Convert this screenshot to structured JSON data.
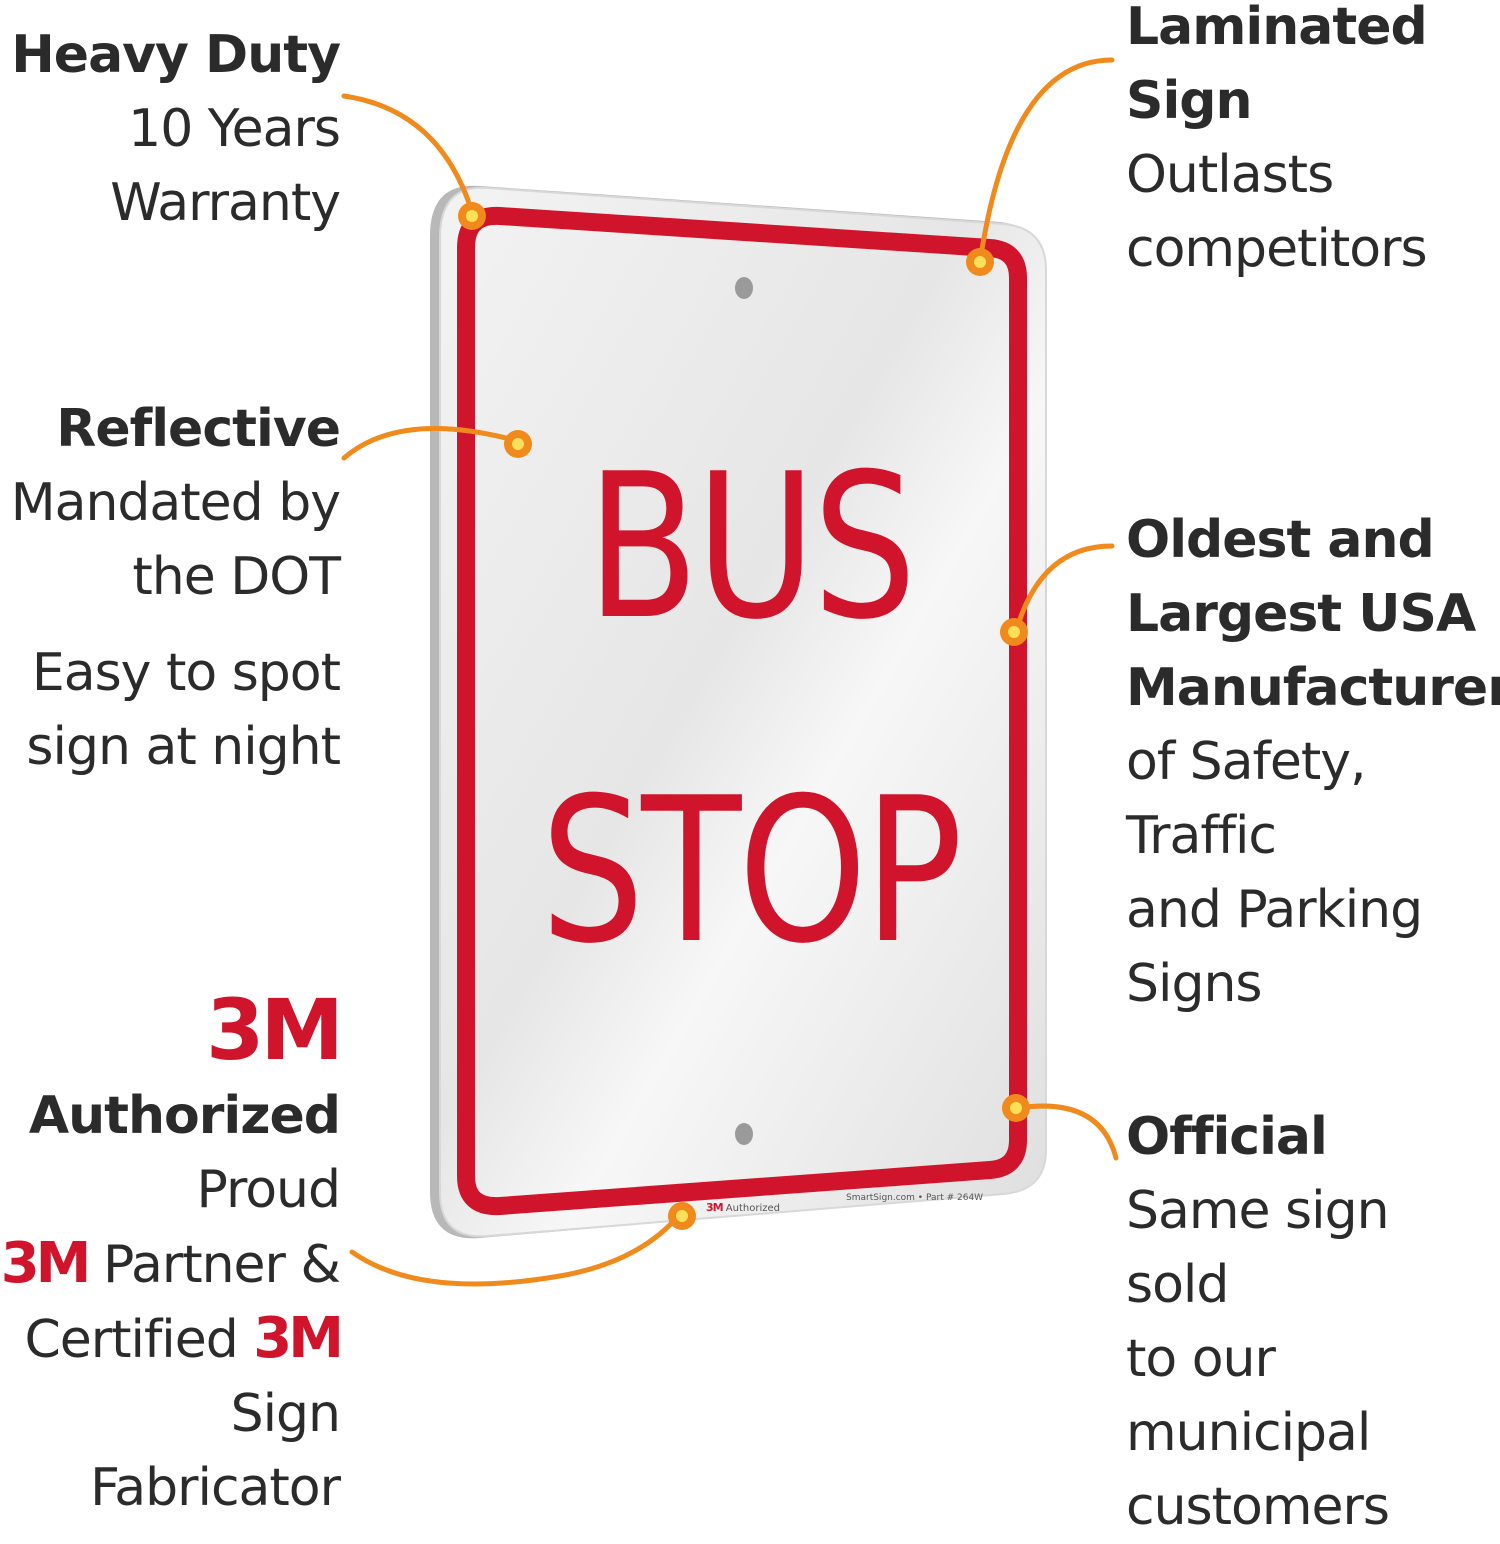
{
  "callouts": {
    "heavy_duty": {
      "title": "Heavy Duty",
      "line1": "10 Years",
      "line2": "Warranty"
    },
    "reflective": {
      "title": "Reflective",
      "line1": "Mandated by",
      "line2": "the DOT",
      "line3": "Easy to spot",
      "line4": "sign at night"
    },
    "authorized": {
      "logo": "3M",
      "title": "Authorized",
      "line1": "Proud",
      "line2_logo": "3M",
      "line2": "Partner &",
      "line3": "Certified",
      "line3_logo": "3M",
      "line4": "Sign Fabricator"
    },
    "laminated": {
      "title1": "Laminated",
      "title2": "Sign",
      "line1": "Outlasts",
      "line2": "competitors"
    },
    "oldest": {
      "title1": "Oldest and",
      "title2": "Largest USA",
      "title3": "Manufacturer",
      "line1": "of Safety, Traffic",
      "line2": "and Parking",
      "line3": "Signs"
    },
    "official": {
      "title": "Official",
      "line1": "Same sign sold",
      "line2": "to our municipal",
      "line3": "customers"
    }
  },
  "sign": {
    "line1": "BUS",
    "line2": "STOP",
    "footer_logo": "3M",
    "footer_left": "Authorized",
    "footer_right": "SmartSign.com • Part # 264W"
  },
  "colors": {
    "accent_orange": "#f08a1c",
    "sign_red": "#d0142c",
    "text": "#2b2b2b"
  }
}
